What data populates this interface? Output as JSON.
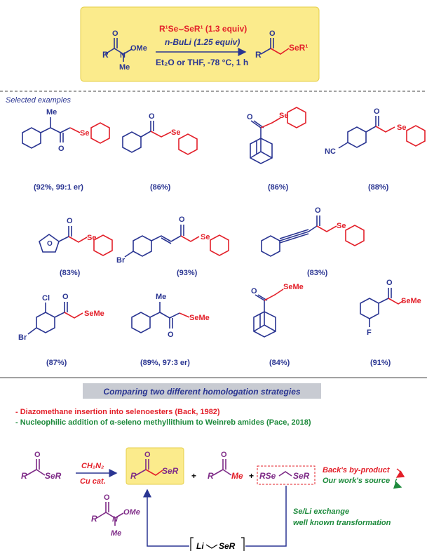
{
  "colors": {
    "blue": "#2a3592",
    "red": "#e3202a",
    "purple": "#7e2b87",
    "green": "#1d8a3c",
    "highlight": "#fbeb8c",
    "banner": "#c8cbd2"
  },
  "top_scheme": {
    "reagent1": "R¹Se⌣SeR¹ (1.3 equiv)",
    "reagent2": "n-BuLi (1.25 equiv)",
    "conditions": "Et₂O or THF, -78 °C, 1 h",
    "sm_R": "R",
    "sm_O": "O",
    "sm_N": "N",
    "sm_OMe": "OMe",
    "sm_Me": "Me",
    "prod_R": "R",
    "prod_O": "O",
    "prod_SeR": "SeR¹"
  },
  "section_label": "Selected examples",
  "examples": [
    {
      "yield": "(92%, 99:1 er)",
      "se": "Se",
      "me": "Me"
    },
    {
      "yield": "(86%)",
      "se": "Se"
    },
    {
      "yield": "(86%)",
      "se": "Se"
    },
    {
      "yield": "(88%)",
      "se": "Se",
      "nc": "NC"
    },
    {
      "yield": "(83%)",
      "se": "Se"
    },
    {
      "yield": "(93%)",
      "se": "Se",
      "br": "Br"
    },
    {
      "yield": "(83%)",
      "se": "Se"
    },
    {
      "yield": "(87%)",
      "se": "SeMe",
      "cl": "Cl",
      "br": "Br"
    },
    {
      "yield": "(89%, 97:3 er)",
      "se": "SeMe",
      "me": "Me"
    },
    {
      "yield": "(84%)",
      "se": "SeMe"
    },
    {
      "yield": "(91%)",
      "se": "SeMe",
      "f": "F"
    }
  ],
  "comparison": {
    "banner": "Comparing two different homologation strategies",
    "line1": "- Diazomethane insertion into selenoesters (Back, 1982)",
    "line2": "- Nucleophilic addition of α-seleno methyllithium to Weinreb amides (Pace, 2018)",
    "reagent_top": "CH₂N₂",
    "reagent_bottom": "Cu cat.",
    "plus": "+",
    "byproduct": "Back's by-product",
    "source": "Our work's source",
    "exchange1": "Se/Li exchange",
    "exchange2": "well known transformation",
    "selenoester_R": "R",
    "selenoester_SeR": "SeR",
    "ketone_R": "R",
    "ketone_SeR": "SeR",
    "methylketone_R": "R",
    "methylketone_Me": "Me",
    "rse": "RSe",
    "ser": "SeR",
    "weinreb_R": "R",
    "weinreb_N": "N",
    "weinreb_OMe": "OMe",
    "weinreb_Me": "Me",
    "li": "Li",
    "li_ser": "SeR",
    "O": "O"
  }
}
